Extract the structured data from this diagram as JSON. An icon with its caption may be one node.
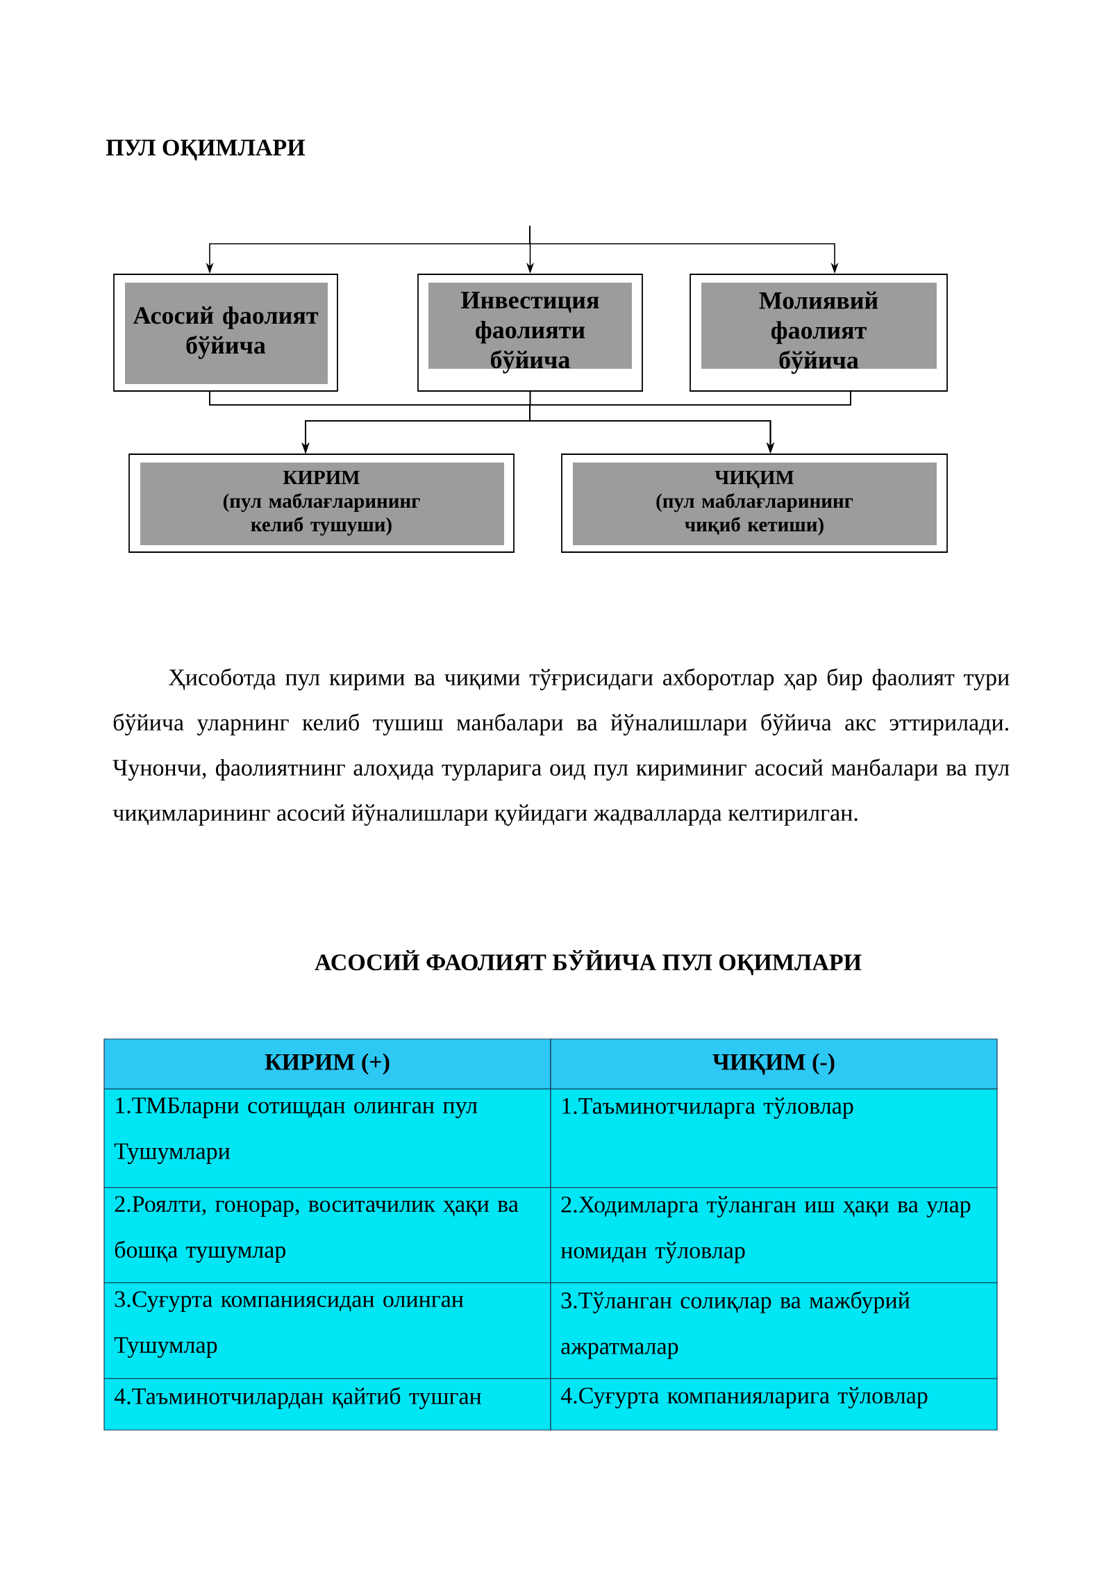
{
  "diagram": {
    "title": "ПУЛ ОҚИМЛАРИ",
    "nodes": [
      {
        "text": [
          "Асосий фаолият бўйича"
        ]
      },
      {
        "text": [
          "Инвестиция фаолияти бўйича"
        ]
      },
      {
        "text": [
          "Молиявий фаолият бўйича"
        ]
      },
      {
        "text": [
          "КИРИМ",
          "(пул маблағларининг келиб тушуши)"
        ]
      },
      {
        "text": [
          "ЧИҚИМ",
          "(пул маблағларининг чиқиб кетиши)"
        ]
      }
    ],
    "edges": [
      {
        "from": null,
        "to": 0,
        "arrow": "to"
      },
      {
        "from": null,
        "to": 1,
        "arrow": "to"
      },
      {
        "from": null,
        "to": 2,
        "arrow": "to"
      },
      {
        "from": 0,
        "to": 3,
        "arrow": "to"
      },
      {
        "from": 0,
        "to": 4,
        "arrow": "to"
      },
      {
        "from": 1,
        "to": 3,
        "arrow": "to"
      },
      {
        "from": 1,
        "to": 4,
        "arrow": "to"
      },
      {
        "from": 2,
        "to": 3,
        "arrow": "to"
      },
      {
        "from": 2,
        "to": 4,
        "arrow": "to"
      }
    ],
    "labels": [
      "Ҳисоботда пул кирими ва чиқими тўғрисидаги ахборотлар ҳар бир фаолият тури бўйича уларнинг келиб тушиш манбалари ва йўналишлари бўйича акс эттирилади. Чунончи, фаолиятнинг алоҳида турларига оид пул кириминиг асосий манбалари ва пул чиқимларининг асосий йўналишлари қуйидаги жадвалларда келтирилган.",
      "АСОСИЙ ФАОЛИЯТ БЎЙИЧА ПУЛ ОҚИМЛАРИ",
      "КИРИМ (+)",
      "ЧИҚИМ (-)",
      "1.ТМБларни сотищдан олинган пул Тушумлари",
      "1.Таъминотчиларга тўловлар",
      "2.Роялти, гонорар, воситачилик ҳақи ва бошқа тушумлар",
      "2.Ходимларга тўланган иш ҳақи ва улар номидан тўловлар",
      "3.Суғурта компаниясидан олинган Тушумлар",
      "3.Тўланган солиқлар ва мажбурий ажратмалар",
      "4.Таъминотчилардан қайтиб тушган",
      "4.Суғурта компанияларига тўловлар"
    ]
  }
}
